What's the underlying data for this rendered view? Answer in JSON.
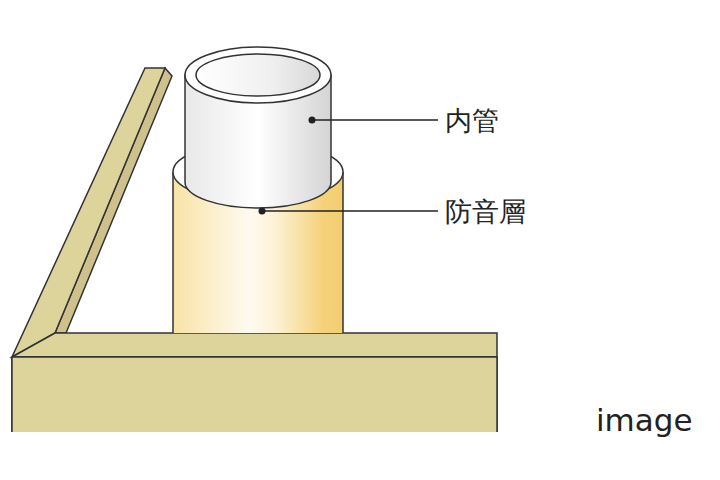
{
  "diagram": {
    "labels": [
      "内管",
      "防音層",
      "image"
    ]
  }
}
